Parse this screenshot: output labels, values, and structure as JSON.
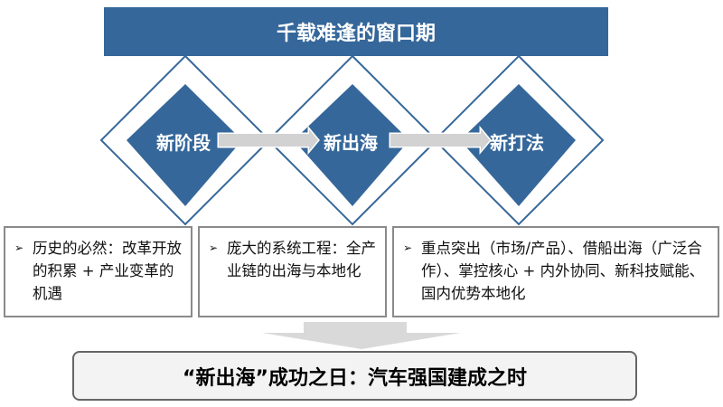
{
  "title": "千载难逢的窗口期",
  "stages": [
    {
      "label": "新阶段",
      "description": "历史的必然：改革开放的积累 + 产业变革的机遇"
    },
    {
      "label": "新出海",
      "description": "庞大的系统工程：全产业链的出海与本地化"
    },
    {
      "label": "新打法",
      "description": "重点突出（市场/产品）、借船出海（广泛合作）、掌控核心 + 内外协同、新科技赋能、国内优势本地化"
    }
  ],
  "conclusion": "“新出海”成功之日：汽车强国建成之时",
  "colors": {
    "primary": "#35679a",
    "arrow": "#cfcfcf",
    "border": "#8a8a8a"
  }
}
